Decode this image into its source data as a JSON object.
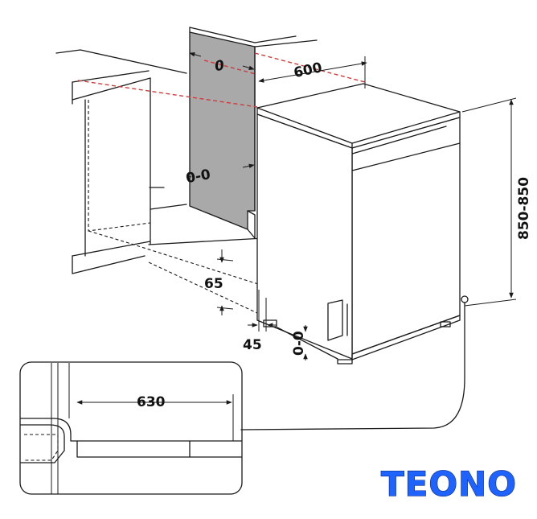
{
  "dimensions": {
    "top_gap": "0",
    "depth": "600",
    "height": "850-850",
    "side_gap": "0-0",
    "plinth_height": "65",
    "plinth_depth": "45",
    "foot_adjust": "0-0",
    "open_door_depth": "630"
  },
  "brand": {
    "logo_text": "TEONO",
    "logo_color": "#1f63ff"
  },
  "colors": {
    "gap_panel": "#a9a9a9",
    "guide_line": "#d23a3a",
    "outline": "#1a1a1a"
  }
}
